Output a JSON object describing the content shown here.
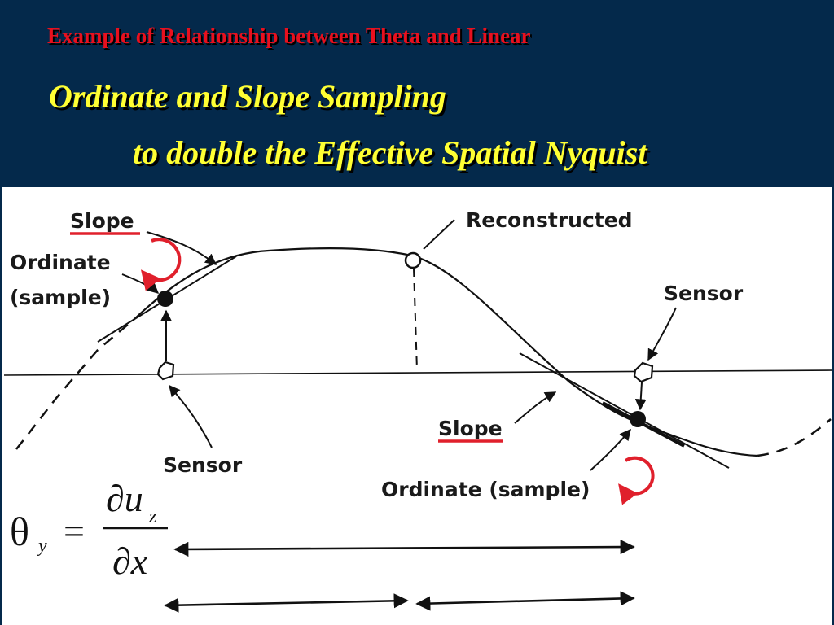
{
  "slide": {
    "title": "Example of Relationship between Theta and Linear",
    "subtitle_line1": "Ordinate and Slope Sampling",
    "subtitle_line2": "to double the Effective Spatial Nyquist"
  },
  "diagram": {
    "labels": {
      "slope_left": "Slope",
      "ordinate_left_line1": "Ordinate",
      "ordinate_left_line2": "(sample)",
      "sensor_left": "Sensor",
      "reconstructed": "Reconstructed",
      "sensor_right": "Sensor",
      "slope_right": "Slope",
      "ordinate_right": "Ordinate (sample)"
    },
    "equation": {
      "lhs_symbol": "θ",
      "lhs_subscript": "y",
      "equals": "=",
      "numerator": "∂u",
      "numerator_subscript": "z",
      "denominator": "∂x"
    },
    "colors": {
      "header_bg": "#04294b",
      "title_red": "#e8101e",
      "subtitle_yellow": "#ffff33",
      "annotation_red": "#e0202c",
      "ink": "#111111"
    }
  }
}
